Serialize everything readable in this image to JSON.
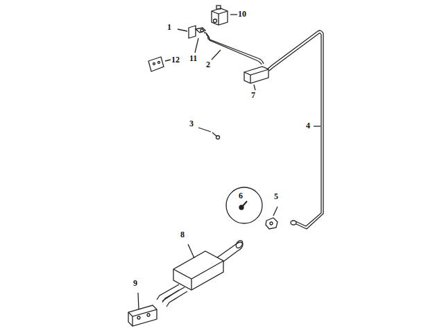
{
  "diagram": {
    "labels": [
      "10",
      "1",
      "12",
      "11",
      "2",
      "7",
      "3",
      "4",
      "6",
      "5",
      "8",
      "9"
    ]
  }
}
